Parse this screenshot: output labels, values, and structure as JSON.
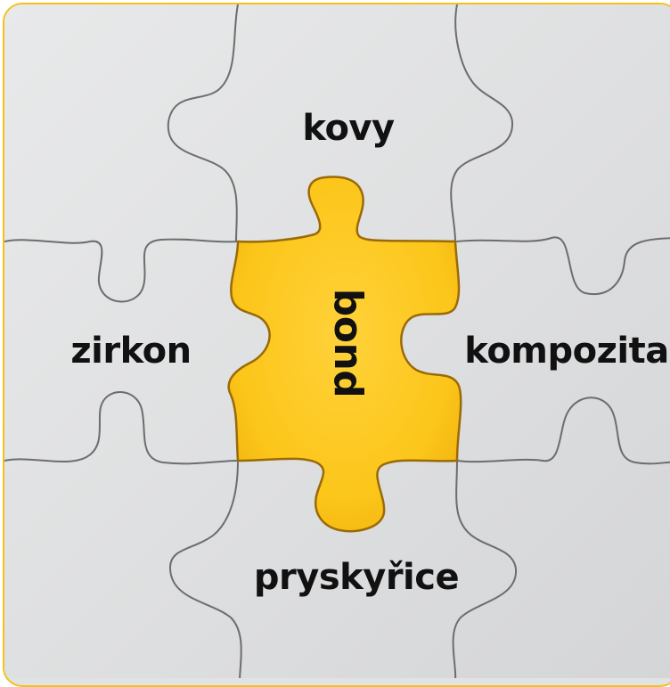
{
  "pieces": {
    "top": "kovy",
    "left": "zirkon",
    "right": "kompozita",
    "bottom": "pryskyřice",
    "center": "bond"
  },
  "colors": {
    "frame_border": "#f3c21b",
    "puzzle_background": "#e1e2e3",
    "center_piece": "#fcc61a",
    "piece_outline": "#6b6d70",
    "text": "#111111"
  }
}
